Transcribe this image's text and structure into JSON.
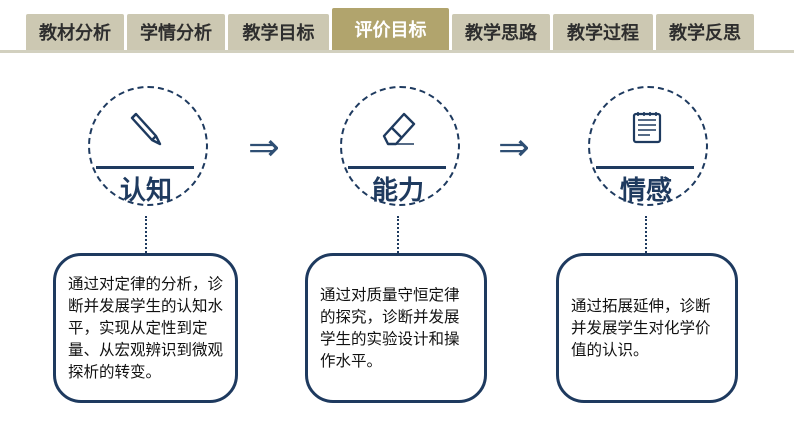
{
  "tabs": [
    {
      "label": "教材分析",
      "active": false
    },
    {
      "label": "学情分析",
      "active": false
    },
    {
      "label": "教学目标",
      "active": false
    },
    {
      "label": "评价目标",
      "active": true
    },
    {
      "label": "教学思路",
      "active": false
    },
    {
      "label": "教学过程",
      "active": false
    },
    {
      "label": "教学反思",
      "active": false
    }
  ],
  "steps": [
    {
      "title": "认知",
      "icon": "pencil-icon",
      "text": "通过对定律的分析，诊断并发展学生的认知水平，实现从定性到定量、从宏观辨识到微观探析的转变。"
    },
    {
      "title": "能力",
      "icon": "eraser-icon",
      "text": "通过对质量守恒定律的探究，诊断并发展学生的实验设计和操作水平。"
    },
    {
      "title": "情感",
      "icon": "notepad-icon",
      "text": "通过拓展延伸，诊断并发展学生对化学价值的认识。"
    }
  ],
  "arrow_glyph": "⇒",
  "colors": {
    "tab_bg": "#ccc8b2",
    "tab_active": "#b1a46d",
    "navy": "#1e3a5f"
  }
}
